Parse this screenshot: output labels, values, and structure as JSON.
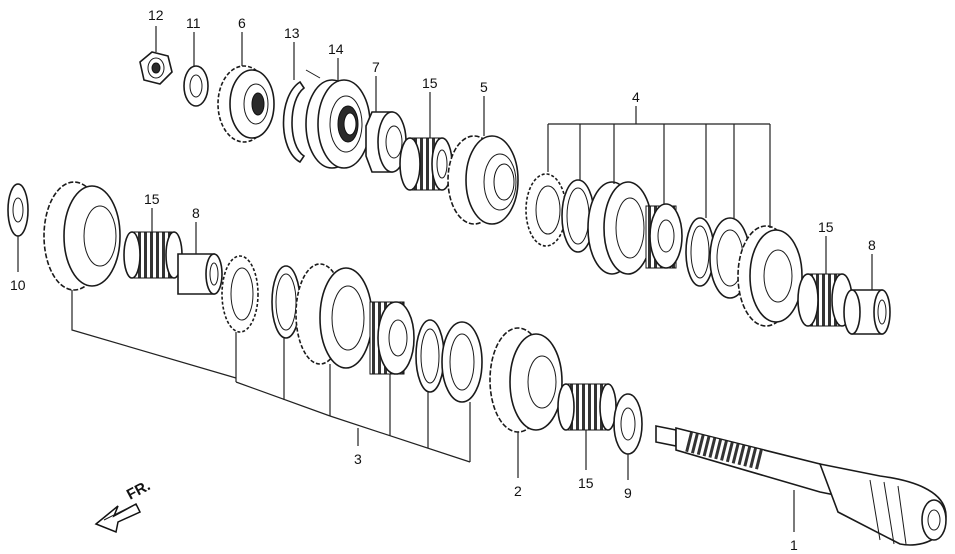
{
  "diagram": {
    "title": "Mainshaft gear assembly exploded view",
    "direction_label": "FR.",
    "callouts": [
      {
        "id": "c12",
        "text": "12"
      },
      {
        "id": "c11",
        "text": "11"
      },
      {
        "id": "c6",
        "text": "6"
      },
      {
        "id": "c13",
        "text": "13"
      },
      {
        "id": "c14",
        "text": "14"
      },
      {
        "id": "c7",
        "text": "7"
      },
      {
        "id": "c15a",
        "text": "15"
      },
      {
        "id": "c5",
        "text": "5"
      },
      {
        "id": "c4",
        "text": "4"
      },
      {
        "id": "c15b",
        "text": "15"
      },
      {
        "id": "c8a",
        "text": "8"
      },
      {
        "id": "c10",
        "text": "10"
      },
      {
        "id": "c15c",
        "text": "15"
      },
      {
        "id": "c8b",
        "text": "8"
      },
      {
        "id": "c3",
        "text": "3"
      },
      {
        "id": "c2",
        "text": "2"
      },
      {
        "id": "c15d",
        "text": "15"
      },
      {
        "id": "c9",
        "text": "9"
      },
      {
        "id": "c1",
        "text": "1"
      }
    ]
  }
}
